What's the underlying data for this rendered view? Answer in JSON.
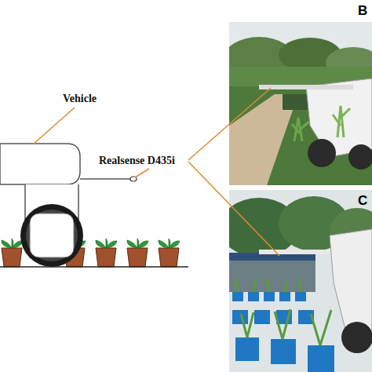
{
  "diagram": {
    "labels": [
      "Vehicle",
      "Realsense D435i",
      "B",
      "C"
    ]
  }
}
